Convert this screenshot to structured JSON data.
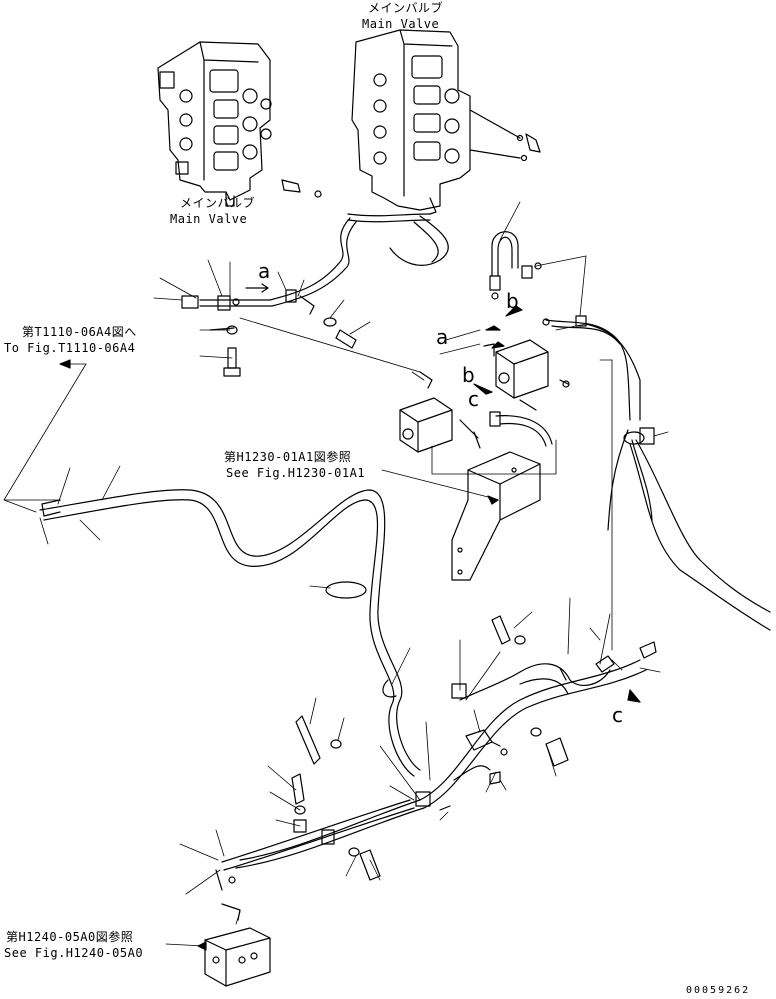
{
  "labels": {
    "main_valve_top_jp": "メインバルブ",
    "main_valve_top_en": "Main Valve",
    "main_valve_left_jp": "メインバルブ",
    "main_valve_left_en": "Main Valve",
    "ref_t1110_jp": "第T1110-06A4図へ",
    "ref_t1110_en": "To Fig.T1110-06A4",
    "ref_h1230_jp": "第H1230-01A1図参照",
    "ref_h1230_en": "See Fig.H1230-01A1",
    "ref_h1240_jp": "第H1240-05A0図参照",
    "ref_h1240_en": "See Fig.H1240-05A0"
  },
  "callouts": {
    "a_upper": "a",
    "a_lower": "a",
    "b_upper": "b",
    "b_lower": "b",
    "c_upper": "c",
    "c_lower": "c"
  },
  "document_number": "00059262"
}
